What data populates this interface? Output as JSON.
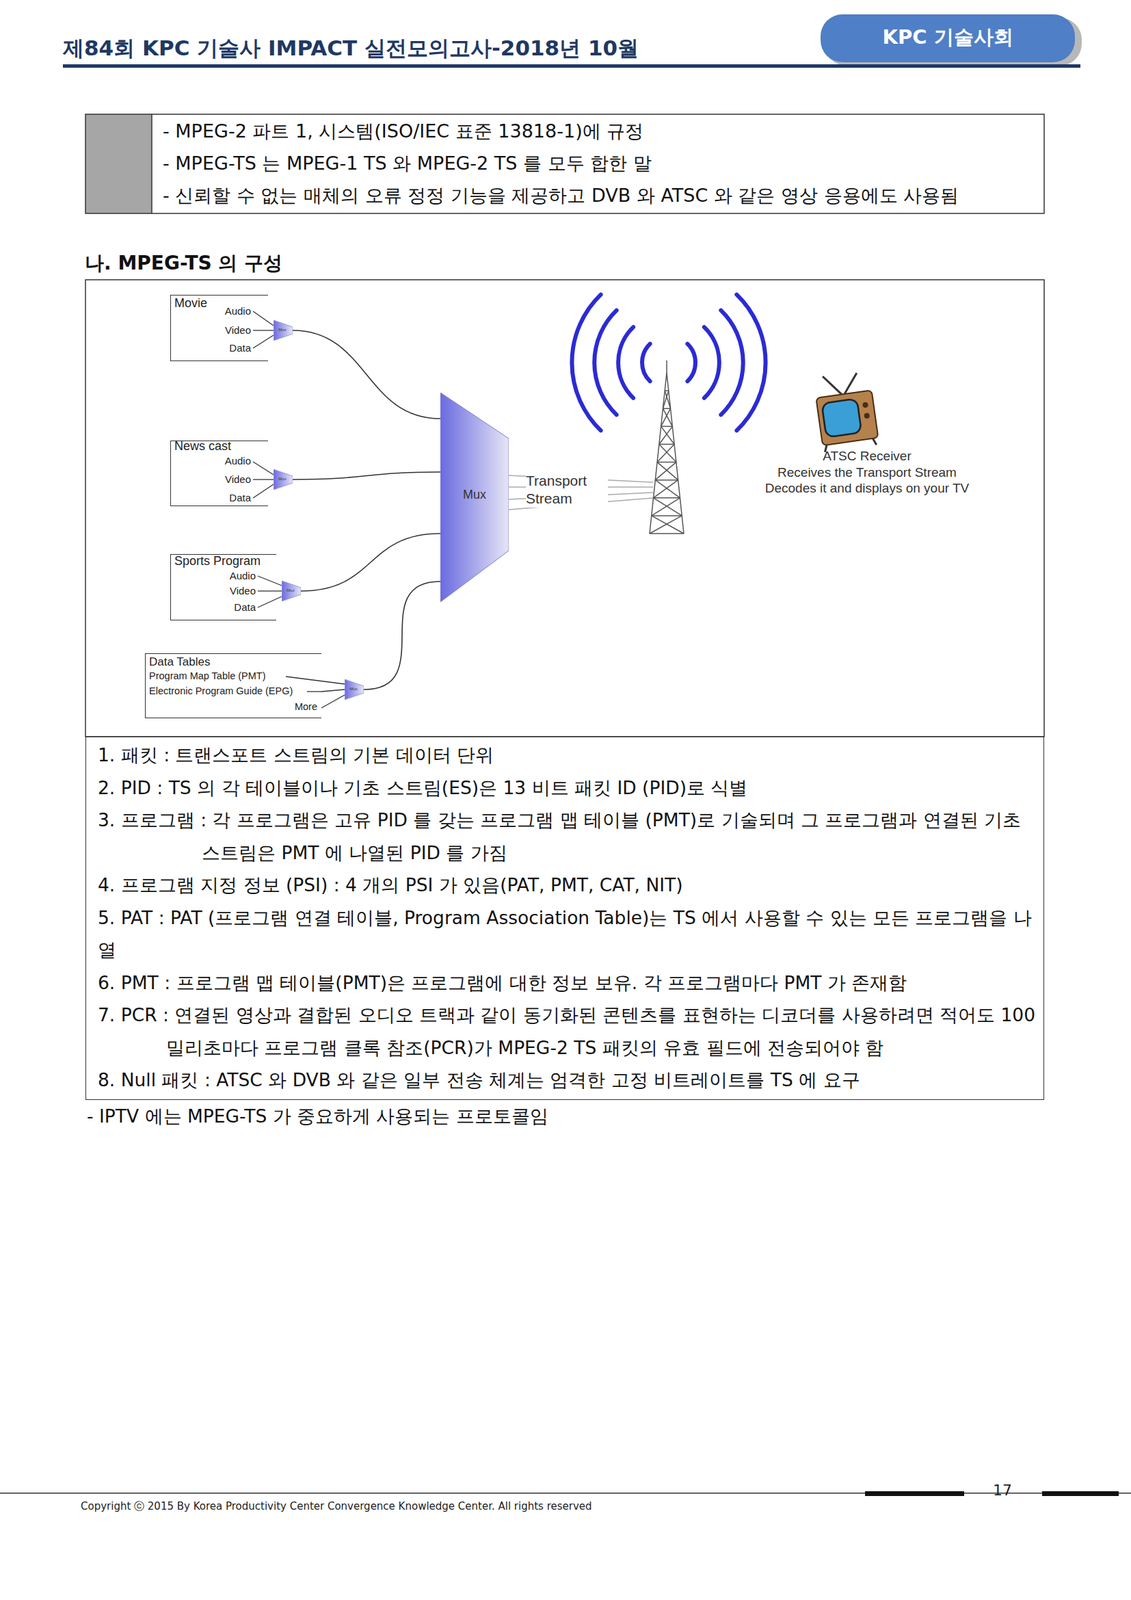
{
  "diagram": {
    "title": "나. MPEG-TS 의 구성",
    "nodes": [
      {
        "text": [
          "Movie",
          "Audio",
          "Video",
          "Data"
        ]
      },
      {
        "text": [
          "Mux"
        ]
      },
      {
        "text": [
          "News cast",
          "Audio",
          "Video",
          "Data"
        ]
      },
      {
        "text": [
          "Mux"
        ]
      },
      {
        "text": [
          "Sports Program",
          "Audio",
          "Video",
          "Data"
        ]
      },
      {
        "text": [
          "Mux"
        ]
      },
      {
        "text": [
          "Data Tables",
          "Program Map Table (PMT)",
          "Electronic Program Guide (EPG)",
          "More"
        ]
      },
      {
        "text": [
          "Mux"
        ]
      },
      {
        "text": [
          "Mux"
        ]
      }
    ],
    "edges": [
      {
        "from": 0,
        "to": 1,
        "arrow": "none"
      },
      {
        "from": 2,
        "to": 3,
        "arrow": "none"
      },
      {
        "from": 4,
        "to": 5,
        "arrow": "none"
      },
      {
        "from": 6,
        "to": 7,
        "arrow": "none"
      },
      {
        "from": 1,
        "to": 8,
        "arrow": "none"
      },
      {
        "from": 3,
        "to": 8,
        "arrow": "none"
      },
      {
        "from": 5,
        "to": 8,
        "arrow": "none"
      },
      {
        "from": 7,
        "to": 8,
        "arrow": "none"
      }
    ],
    "labels": [
      "제84회 KPC 기술사 IMPACT 실전모의고사-2018년 10월",
      "KPC 기술사회",
      "- MPEG-2 파트 1, 시스템(ISO/IEC 표준 13818-1)에 규정",
      "- MPEG-TS 는 MPEG-1 TS 와 MPEG-2 TS 를 모두 합한 말",
      "- 신뢰할 수 없는 매체의 오류 정정 기능을 제공하고 DVB 와 ATSC 와 같은 영상 응용에도 사용됨",
      "Transport Stream",
      "ATSC Receiver",
      "Receives the Transport Stream",
      "Decodes it and displays on your TV",
      "1. 패킷 : 트랜스포트 스트림의 기본 데이터 단위",
      "2. PID : TS 의 각 테이블이나 기초 스트림(ES)은 13 비트 패킷 ID (PID)로 식별",
      "3. 프로그램 : 각 프로그램은 고유 PID 를 갖는 프로그램 맵 테이블 (PMT)로 기술되며 그 프로그램과 연결된 기초 스트림은 PMT 에 나열된 PID 를 가짐",
      "4. 프로그램 지정 정보 (PSI) : 4 개의 PSI 가 있음(PAT, PMT, CAT, NIT)",
      "5. PAT : PAT (프로그램 연결 테이블, Program Association Table)는 TS 에서 사용할 수 있는 모든 프로그램을 나열",
      "6. PMT : 프로그램 맵 테이블(PMT)은 프로그램에 대한 정보 보유. 각 프로그램마다 PMT 가 존재함",
      "7. PCR : 연결된 영상과 결합된 오디오 트랙과 같이 동기화된 콘텐츠를 표현하는 디코더를 사용하려면 적어도 100 밀리초마다 프로그램 클록 참조(PCR)가 MPEG-2 TS 패킷의 유효 필드에 전송되어야 함",
      "8. Null 패킷 : ATSC 와 DVB 와 같은 일부 전송 체계는 엄격한 고정 비트레이트를 TS 에 요구",
      "- IPTV 에는 MPEG-TS 가 중요하게 사용되는 프로토콜임",
      "Copyright ⓒ 2015 By Korea Productivity Center Convergence Knowledge Center. All rights reserved",
      "17"
    ]
  }
}
